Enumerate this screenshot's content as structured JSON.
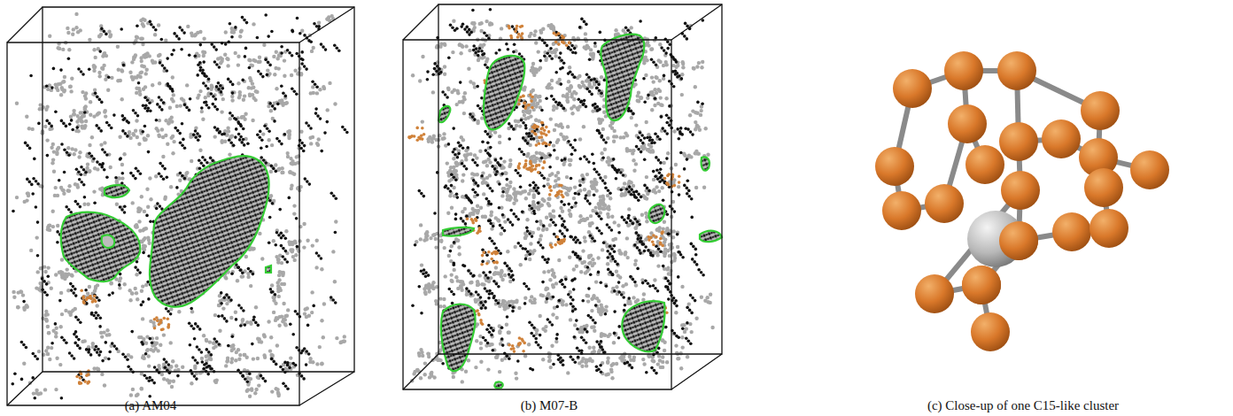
{
  "diagram": {
    "labels": [
      "(a) AM04",
      "(b) M07-B",
      "(c) Close-up of one C15-like cluster"
    ]
  }
}
